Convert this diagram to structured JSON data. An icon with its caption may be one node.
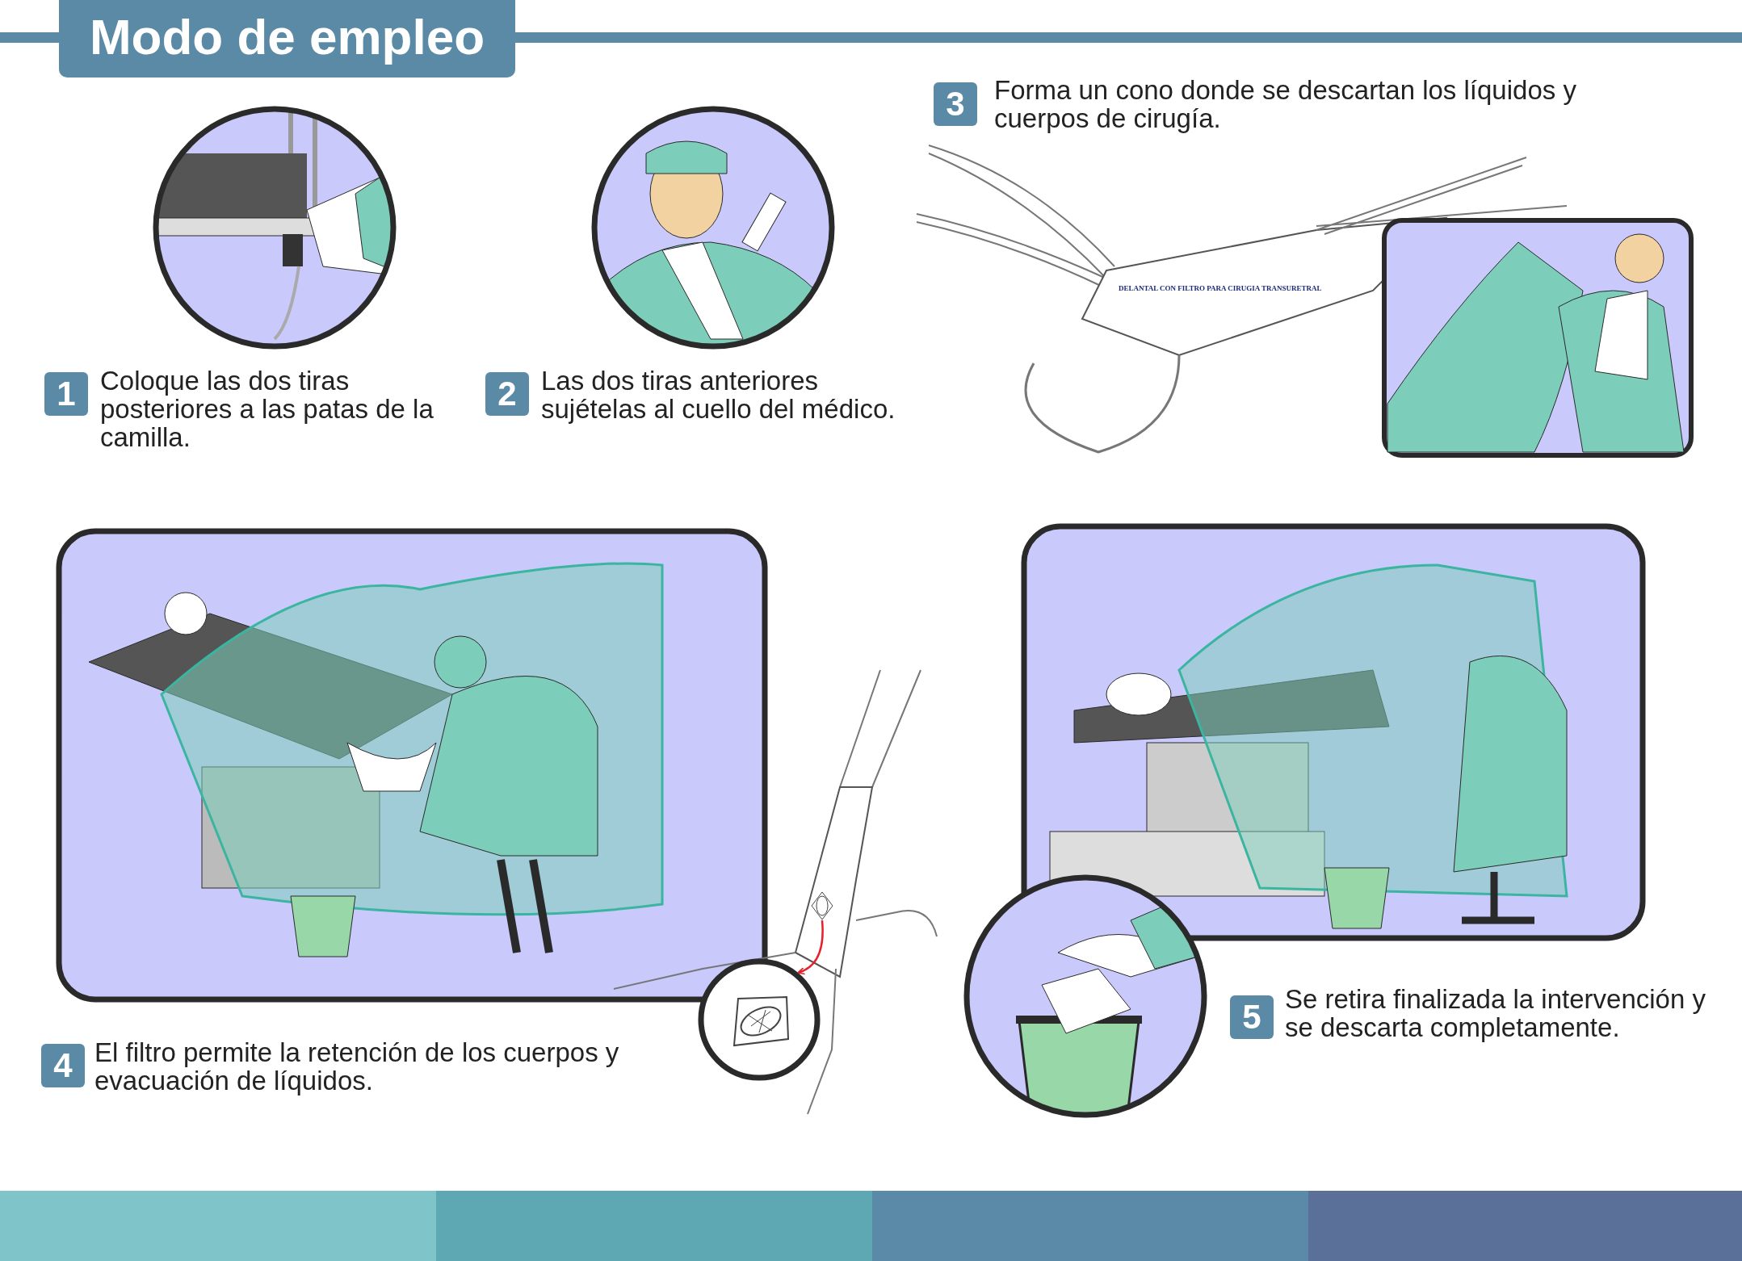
{
  "diagram": {
    "title": "Modo de empleo",
    "nodes": [
      {
        "text": [],
        "shape": "picture"
      },
      {
        "text": [],
        "shape": "circle"
      }
    ],
    "edges": [
      {
        "from": 0,
        "to": 1,
        "arrow": "to",
        "color": "#e8202a"
      }
    ],
    "labels": [
      "1",
      "Coloque las dos tiras posteriores a las patas de la camilla.",
      "2",
      "Las dos tiras anteriores sujételas al cuello del médico.",
      "3",
      "Forma un cono donde se descartan los líquidos y cuerpos de cirugía.",
      "DELANTAL CON FILTRO PARA CIRUGIA TRANSURETRAL",
      "4",
      "El filtro permite la retención de los cuerpos y evacuación de líquidos.",
      "5",
      "Se retira finalizada la intervención y se descarta completamente."
    ]
  }
}
